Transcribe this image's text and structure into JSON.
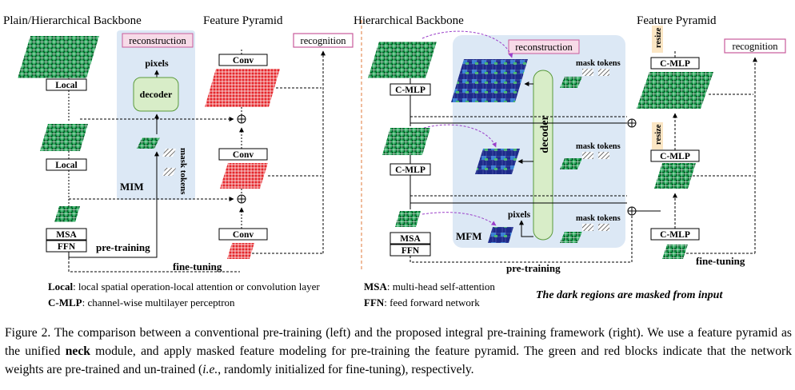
{
  "left": {
    "title_backbone": "Plain/Hierarchical Backbone",
    "title_pyramid": "Feature Pyramid",
    "reconstruction": "reconstruction",
    "recognition": "recognition",
    "pixels": "pixels",
    "decoder": "decoder",
    "mask_tokens": "mask tokens",
    "mim": "MIM",
    "local": "Local",
    "msa": "MSA",
    "ffn": "FFN",
    "conv": "Conv",
    "pre_training": "pre-training",
    "fine_tuning": "fine-tuning"
  },
  "right": {
    "title_backbone": "Hierarchical Backbone",
    "title_pyramid": "Feature Pyramid",
    "reconstruction": "reconstruction",
    "recognition": "recognition",
    "decoder": "decoder",
    "mask_tokens": "mask tokens",
    "pixels": "pixels",
    "mfm": "MFM",
    "c_mlp": "C-MLP",
    "msa": "MSA",
    "ffn": "FFN",
    "resize": "resize",
    "pre_training": "pre-training",
    "fine_tuning": "fine-tuning",
    "masked_note": "The dark regions are masked from input"
  },
  "legend": {
    "local_term": "Local",
    "local_desc": ": local spatial operation-local attention or convolution layer",
    "cmlp_term": "C-MLP",
    "cmlp_desc": ": channel-wise multilayer perceptron",
    "msa_term": "MSA",
    "msa_desc": ": multi-head self-attention",
    "ffn_term": "FFN",
    "ffn_desc": ": feed forward network"
  },
  "caption": {
    "p1": "Figure 2.  The comparison between a conventional pre-training (left) and the proposed integral pre-training framework (right).  We use a feature pyramid as the unified ",
    "neck": "neck",
    "p2": " module, and apply masked feature modeling for pre-training the feature pyramid.  The green and red blocks indicate that the network weights are pre-trained and un-trained (",
    "ie": "i.e.",
    "p3": ", randomly initialized for fine-tuning), respectively."
  },
  "colors": {
    "green": "#1a9e4e",
    "red": "#e5262b",
    "panel_blue": "#dce8f5",
    "decoder_green": "#d8edc8",
    "recon_box": "#f7dbe8",
    "resize_box": "#fbe6c4",
    "separator": "#e07a3a"
  }
}
